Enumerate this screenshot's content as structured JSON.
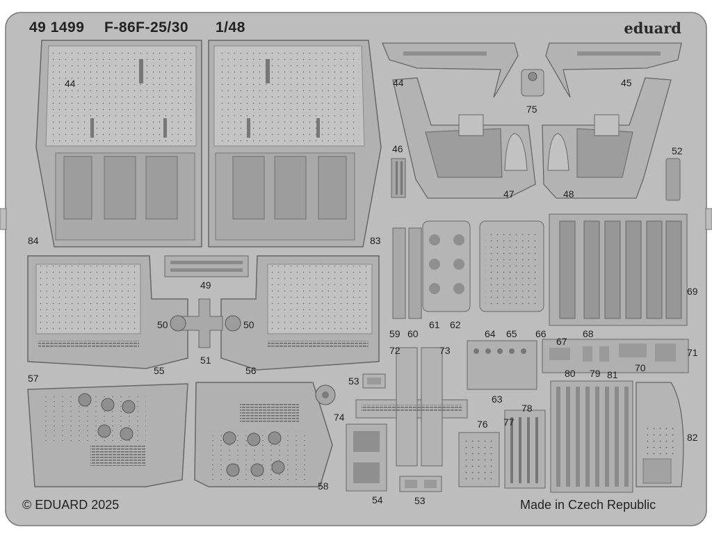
{
  "header": {
    "set_number": "49 1499",
    "aircraft": "F-86F-25/30",
    "scale": "1/48",
    "brand": "eduard"
  },
  "footer": {
    "copyright": "© EDUARD 2025",
    "origin": "Made in Czech Republic"
  },
  "part_numbers": {
    "p44": "44",
    "p45": "45",
    "p46": "46",
    "p47": "47",
    "p48": "48",
    "p49": "49",
    "p50a": "50",
    "p50b": "50",
    "p51": "51",
    "p52": "52",
    "p53a": "53",
    "p53b": "53",
    "p54": "54",
    "p55": "55",
    "p56": "56",
    "p57": "57",
    "p58": "58",
    "p59": "59",
    "p60": "60",
    "p61": "61",
    "p62": "62",
    "p63": "63",
    "p64": "64",
    "p65": "65",
    "p66": "66",
    "p67": "67",
    "p68": "68",
    "p69": "69",
    "p70": "70",
    "p71": "71",
    "p72": "72",
    "p73": "73",
    "p74": "74",
    "p75": "75",
    "p76": "76",
    "p77": "77",
    "p78": "78",
    "p79": "79",
    "p80": "80",
    "p81": "81",
    "p82": "82",
    "p83": "83",
    "p84": "84"
  },
  "colors": {
    "fret": "#bcbcbc",
    "fret_edge": "#6e6e6e",
    "part": "#ababab",
    "part_dark": "#8a8a8a",
    "text": "#1e1e1e"
  }
}
